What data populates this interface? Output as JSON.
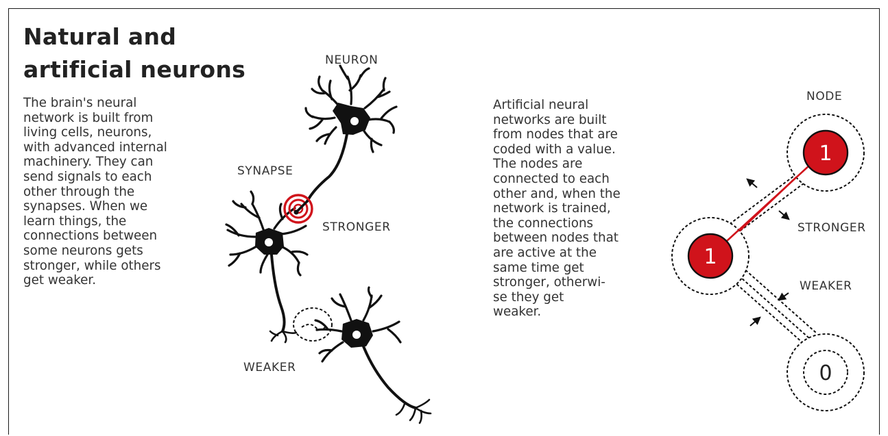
{
  "title_line1": "Natural and",
  "title_line2": "artificial neurons",
  "left_text": [
    "The brain's neural",
    "network is built from",
    "living cells, neurons,",
    "with advanced internal",
    "machinery. They can",
    "send signals to each",
    "other through the",
    "synapses. When we",
    "learn things, the",
    "connections between",
    "some neurons gets",
    "stronger, while others",
    "get weaker."
  ],
  "right_text": [
    "Artificial neural",
    "networks are built",
    "from nodes that are",
    "coded with a value.",
    "The nodes are",
    "connected to each",
    "other and, when the",
    "network is trained,",
    "the connections",
    "between nodes that",
    "are active at the",
    "same time get",
    "stronger, otherwi-",
    "se they get",
    "weaker."
  ],
  "labels": {
    "neuron": "NEURON",
    "synapse": "SYNAPSE",
    "stronger_bio": "STRONGER",
    "weaker_bio": "WEAKER",
    "node": "NODE",
    "stronger_art": "STRONGER",
    "weaker_art": "WEAKER"
  },
  "nodes": {
    "top_value": "1",
    "middle_value": "1",
    "bottom_value": "0"
  },
  "colors": {
    "accent": "#d0131b",
    "ink": "#111111",
    "text": "#333333"
  }
}
